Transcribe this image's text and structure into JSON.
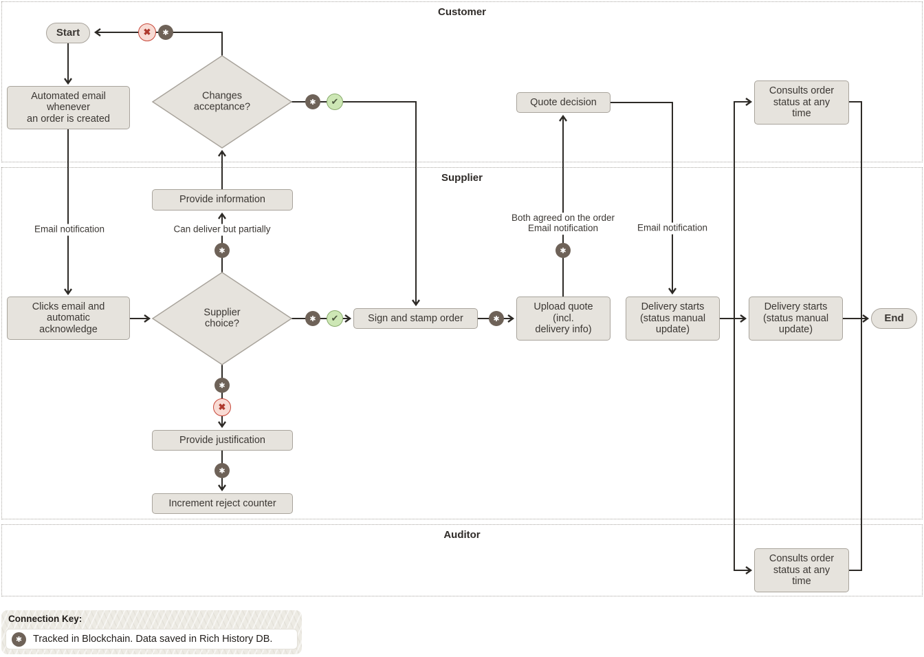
{
  "lanes": {
    "customer": "Customer",
    "supplier": "Supplier",
    "auditor": "Auditor"
  },
  "nodes": {
    "start": "Start",
    "end": "End",
    "automated_email": "Automated email\nwhenever\nan order is created",
    "changes_acceptance": "Changes\nacceptance?",
    "quote_decision": "Quote decision",
    "consults_customer": "Consults order\nstatus at any\ntime",
    "provide_information": "Provide information",
    "clicks_email": "Clicks email and\nautomatic\nacknowledge",
    "supplier_choice": "Supplier\nchoice?",
    "sign_stamp": "Sign and stamp order",
    "upload_quote": "Upload quote\n(incl.\ndelivery info)",
    "delivery_starts_1": "Delivery starts\n(status manual\nupdate)",
    "delivery_starts_2": "Delivery starts\n(status manual\nupdate)",
    "provide_justification": "Provide justification",
    "increment_reject": "Increment reject counter",
    "consults_auditor": "Consults order\nstatus at any\ntime"
  },
  "edge_labels": {
    "email_notification_left": "Email notification",
    "can_deliver_partially": "Can deliver but partially",
    "both_agreed": "Both agreed on the order\nEmail notification",
    "email_notification_right": "Email notification"
  },
  "glyphs": {
    "asterisk": "✱",
    "check": "✔",
    "cross": "✖"
  },
  "legend": {
    "title": "Connection Key:",
    "item": "Tracked in Blockchain. Data saved in Rich History DB."
  },
  "colors": {
    "line": "#2d2a26",
    "node_fill": "#e6e3dd",
    "node_border": "#a8a39b",
    "tracked_marker": "#6e6258",
    "check_fill": "#cde7b5",
    "check_border": "#87aa6a",
    "cross_fill": "#f8dbd4",
    "cross_border": "#c74638",
    "legend_panel": "#edebe4"
  }
}
